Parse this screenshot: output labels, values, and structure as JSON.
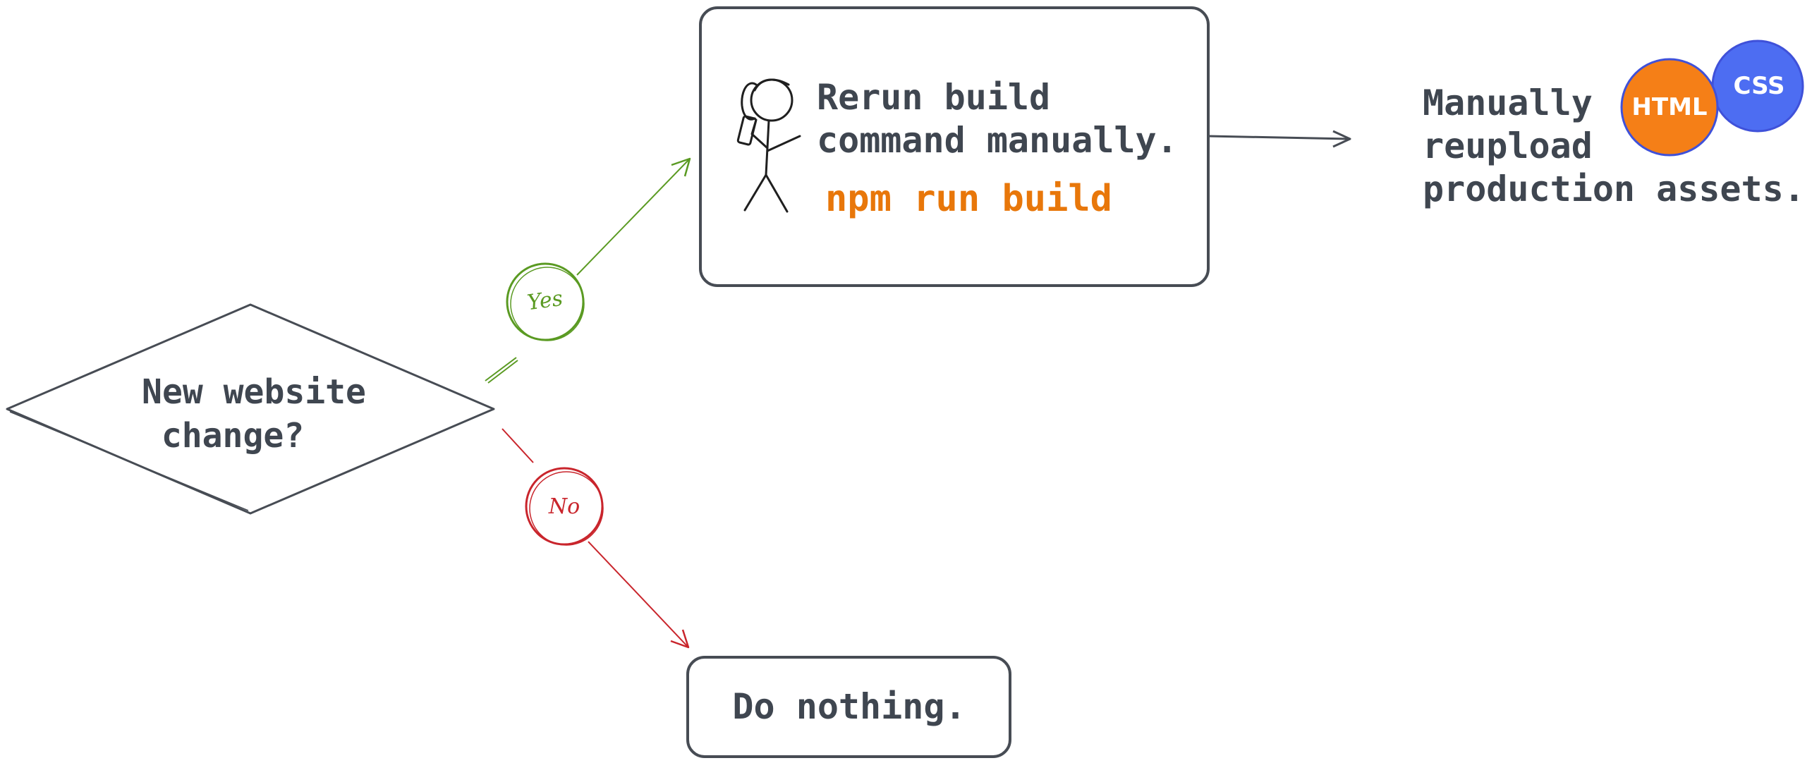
{
  "decision": {
    "line1": "New website",
    "line2": "change?"
  },
  "yes_label": "Yes",
  "no_label": "No",
  "rerun_box": {
    "line1": "Rerun build",
    "line2": "command manually.",
    "command": "npm run build"
  },
  "nothing_box": {
    "label": "Do nothing."
  },
  "reupload": {
    "line1": "Manually",
    "line2": "reupload",
    "line3": "production assets."
  },
  "badges": {
    "html": "HTML",
    "css": "CSS"
  },
  "colors": {
    "text": "#3f4650",
    "stroke": "#474c54",
    "yes": "#5a9a22",
    "no": "#c9252c",
    "command": "#e8770a",
    "html_badge": "#f57f17",
    "css_badge": "#4d6df2",
    "badge_border": "#3f51d9"
  }
}
